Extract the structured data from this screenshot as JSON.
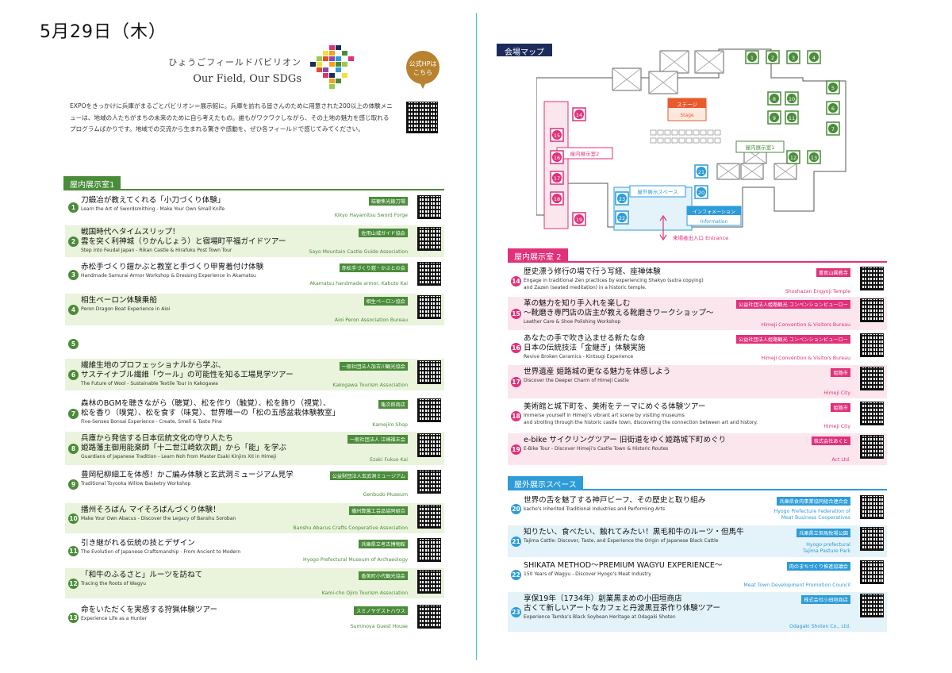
{
  "date": "5月29日（木）",
  "pavilion": {
    "title_jp": "ひょうごフィールドパビリオン",
    "title_en": "Our Field, Our SDGs",
    "badge": "公式HPは\nこちら"
  },
  "intro": "EXPOをきっかけに兵庫がまるごとパビリオン＝展示館に。兵庫を訪れる皆さんのために用意された200以上の体験メニューは、地域の人たちがまちの未来のために自ら考えたもの。誰もがワクワクしながら、その土地の魅力を感じ取れるプログラムばかりです。地域での交流から生まれる驚きや感動を、ぜひ各フィールドで感じてみてください。",
  "colors": {
    "green": "#4a8c3a",
    "pink": "#e0317a",
    "blue": "#2d9cd8",
    "navy": "#1d2b5c",
    "divider": "#4dbfcf"
  },
  "left_section": "屋内展示室1",
  "left_items": [
    {
      "num": "1",
      "jp": "刀鍛冶が教えてくれる「小刀づくり体験」",
      "en": "Learn the Art of Swordsmithing - Make Your Own Small Knife",
      "tag": "桔梗隼光鍛刀場",
      "org": "Kikyo Hayamitsu Sword Forge"
    },
    {
      "num": "2",
      "jp": "戦国時代へタイムスリップ！",
      "jp2": "雲を突く利神城（りかんじょう）と宿場町平福ガイドツアー",
      "en": "Step into Feudal Japan - Rikan Castle & Hirafuku Post Town Tour",
      "tag": "佐用山城ガイド協会",
      "org": "Sayo Mountain Castle Guide Association"
    },
    {
      "num": "3",
      "jp": "赤松手づくり鎧かぶと教室と手づくり甲冑着付け体験",
      "en": "Handmade Samurai Armor Workshop & Dressing Experience in Akamatsu",
      "tag": "赤松手づくり鎧・かぶとの会",
      "org": "Akamatsu handmade armor, Kabuto Kai"
    },
    {
      "num": "4",
      "jp": "相生ペーロン体験乗船",
      "en": "Peron Dragon Boat Experience in Aioi",
      "tag": "相生ペーロン協会",
      "org": "Aioi Peron Association Bureau"
    },
    {
      "num": "5",
      "jp": "",
      "en": "",
      "tag": "",
      "org": ""
    },
    {
      "num": "6",
      "jp": "繊維生地のプロフェッショナルから学ぶ、",
      "jp2": "サステイナブル繊維「ウール」の可能性を知る工場見学ツアー",
      "en": "The Future of Wool - Sustainable Textile Tour in Kakogawa",
      "tag": "一般社団法人加古川観光協会",
      "org": "Kakogawa Tourism Association"
    },
    {
      "num": "7",
      "jp": "森林のBGMを聴きながら（聴覚）、松を作り（触覚）、松を飾り（視覚）、",
      "jp2": "松を香り（嗅覚）、松を食す（味覚）、世界唯一の「松の五感盆栽体験教室」",
      "en": "Five-Senses Bonsai Experience - Create, Smell & Taste Pine",
      "tag": "亀次郎商店",
      "org": "Kamejiro Shop"
    },
    {
      "num": "8",
      "jp": "兵庫から発信する日本伝統文化の守り人たち",
      "jp2": "姫路藩主御用能楽師「十二世江崎欽次朗」から「能」を学ぶ",
      "en": "Guardians of Japanese Tradition - Learn Noh from Master Esaki Kinjiro XII in Himeji",
      "tag": "一般社団法人 江崎福王会",
      "org": "Ezaki Fukuo Kai"
    },
    {
      "num": "9",
      "jp": "豊岡杞柳細工を体感！かご編み体験と玄武洞ミュージアム見学",
      "en": "Traditional Toyooka Willow Basketry Workshop",
      "tag": "公益財団法人玄武洞ミュージアム",
      "org": "Genbudo Museum"
    },
    {
      "num": "10",
      "jp": "播州そろばん マイそろばんづくり体験！",
      "en": "Make Your Own Abacus - Discover the Legacy of Banshu Soroban",
      "tag": "播州算盤工芸品協同組合",
      "org": "Banshu Abacus Crafts Cooperative Association"
    },
    {
      "num": "11",
      "jp": "引き継がれる伝統の技とデザイン",
      "en": "The Evolution of Japanese Craftsmanship - From Ancient to Modern",
      "tag": "兵庫県立考古博物館",
      "org": "Hyogo Prefectural Museum of Archaeology"
    },
    {
      "num": "12",
      "jp": "「和牛のふるさと」ルーツを訪ねて",
      "en": "Tracing the Roots of Wagyu",
      "tag": "香美町小代観光協会",
      "org": "Kami-cho Ojiro Tourism Association"
    },
    {
      "num": "13",
      "jp": "命をいただくを実感する狩猟体験ツアー",
      "en": "Experience Life as a Hunter",
      "tag": "スミノヤゲストハウス",
      "org": "Suminoya Guest House"
    }
  ],
  "map": {
    "title": "会場マップ",
    "stage_jp": "ステージ",
    "stage_en": "Stage",
    "room1": "屋内展示室1",
    "room2": "屋内展示室2",
    "outdoor": "屋外展示スペース",
    "info_jp": "インフォメーション",
    "info_en": "Information",
    "entrance": "来場者出入口 Entrance",
    "nums_top": [
      "1",
      "2",
      "3",
      "4"
    ],
    "nums_right": [
      "5",
      "6",
      "7"
    ],
    "nums_mid": [
      "8",
      "10",
      "9",
      "11"
    ],
    "nums_room1": [
      "12",
      "13"
    ],
    "nums_left": [
      "14",
      "15",
      "16",
      "17",
      "18",
      "19"
    ],
    "nums_out": [
      "21",
      "20",
      "23",
      "22"
    ]
  },
  "right_section": "屋内展示室 2",
  "right_items": [
    {
      "num": "14",
      "jp": "歴史漂う修行の場で行う写経、座禅体験",
      "en": "Engage in traditional Zen practices by experiencing Shakyo (sutra copying)",
      "en2": "and Zazen (seated meditation) in a historic temple.",
      "tag": "書寫山圓教寺",
      "org": "Shoshazan Engyoji Temple"
    },
    {
      "num": "15",
      "jp": "革の魅力を知り手入れを楽しむ",
      "jp2": "～靴磨き専門店の店主が教える靴磨きワークショップ～",
      "en": "Leather Care & Shoe Polishing Workshop",
      "tag": "公益社団法人姫路観光 コンベンションビューロー",
      "org": "Himeji Convention & Visitors Bureau"
    },
    {
      "num": "16",
      "jp": "あなたの手で吹き込ませる新たな命",
      "jp2": "日本の伝統技法「金継ぎ」体験実施",
      "en": "Revive Broken Ceramics - Kintsugi Experience",
      "tag": "公益社団法人姫路観光 コンベンションビューロー",
      "org": "Himeji Convention & Visitors Bureau"
    },
    {
      "num": "17",
      "jp": "世界遺産 姫路城の更なる魅力を体感しよう",
      "en": "Discover the Deeper Charm of Himeji Castle",
      "tag": "姫路市",
      "org": "Himeji City"
    },
    {
      "num": "18",
      "jp": "美術館と城下町を、美術をテーマにめぐる体験ツアー",
      "en": "Immerse yourself in Himeji’s vibrant art scene by visiting museums",
      "en2": "and strolling through the historic castle town, discovering the connection between art and history.",
      "tag": "姫路市",
      "org": "Himeji City"
    },
    {
      "num": "19",
      "jp": "e-bike サイクリングツアー 旧街道をゆく姫路城下町めぐり",
      "en": "E-Bike Tour - Discover Himeji’s Castle Town & Historic Routes",
      "tag": "株式会社あくと",
      "org": "Act Ltd."
    }
  ],
  "outdoor_section": "屋外展示スペース",
  "outdoor_items": [
    {
      "num": "20",
      "jp": "世界の舌を魅了する神戸ビーフ、その歴史と取り組み",
      "en": "kacho's Inherited Traditional Industries and Performing Arts",
      "tag": "兵庫県食肉事業協同組合連合会",
      "org": "Hyogo Prefecture Federation of",
      "org2": "Meat Business Cooperatives"
    },
    {
      "num": "21",
      "jp": "知りたい、食べたい、触れてみたい！黒毛和牛のルーツ・但馬牛",
      "en": "Tajima Cattle: Discover, Taste, and Experience the Origin of Japanese Black Cattle",
      "tag": "兵庫県立但馬牧場公園",
      "org": "Hyogo prefectural",
      "org2": "Tajima Pasture Park"
    },
    {
      "num": "22",
      "jp": "SHIKATA METHOD～PREMIUM WAGYU EXPERIENCE～",
      "en": "150 Years of Wagyu - Discover Hyogo’s Meat Industry",
      "tag": "肉のまちづくり推進協議会",
      "org": "Meat Town Development Promotion Council"
    },
    {
      "num": "23",
      "jp": "享保19年（1734年）創業黒まめの小田垣商店",
      "jp2": "古くて新しいアートなカフェと丹波黒豆茶作り体験ツアー",
      "en": "Experience Tamba’s Black Soybean Heritage at Odagaki Shoten",
      "tag": "株式会社小田垣商店",
      "org": "Odagaki Shoten Co., Ltd."
    }
  ]
}
